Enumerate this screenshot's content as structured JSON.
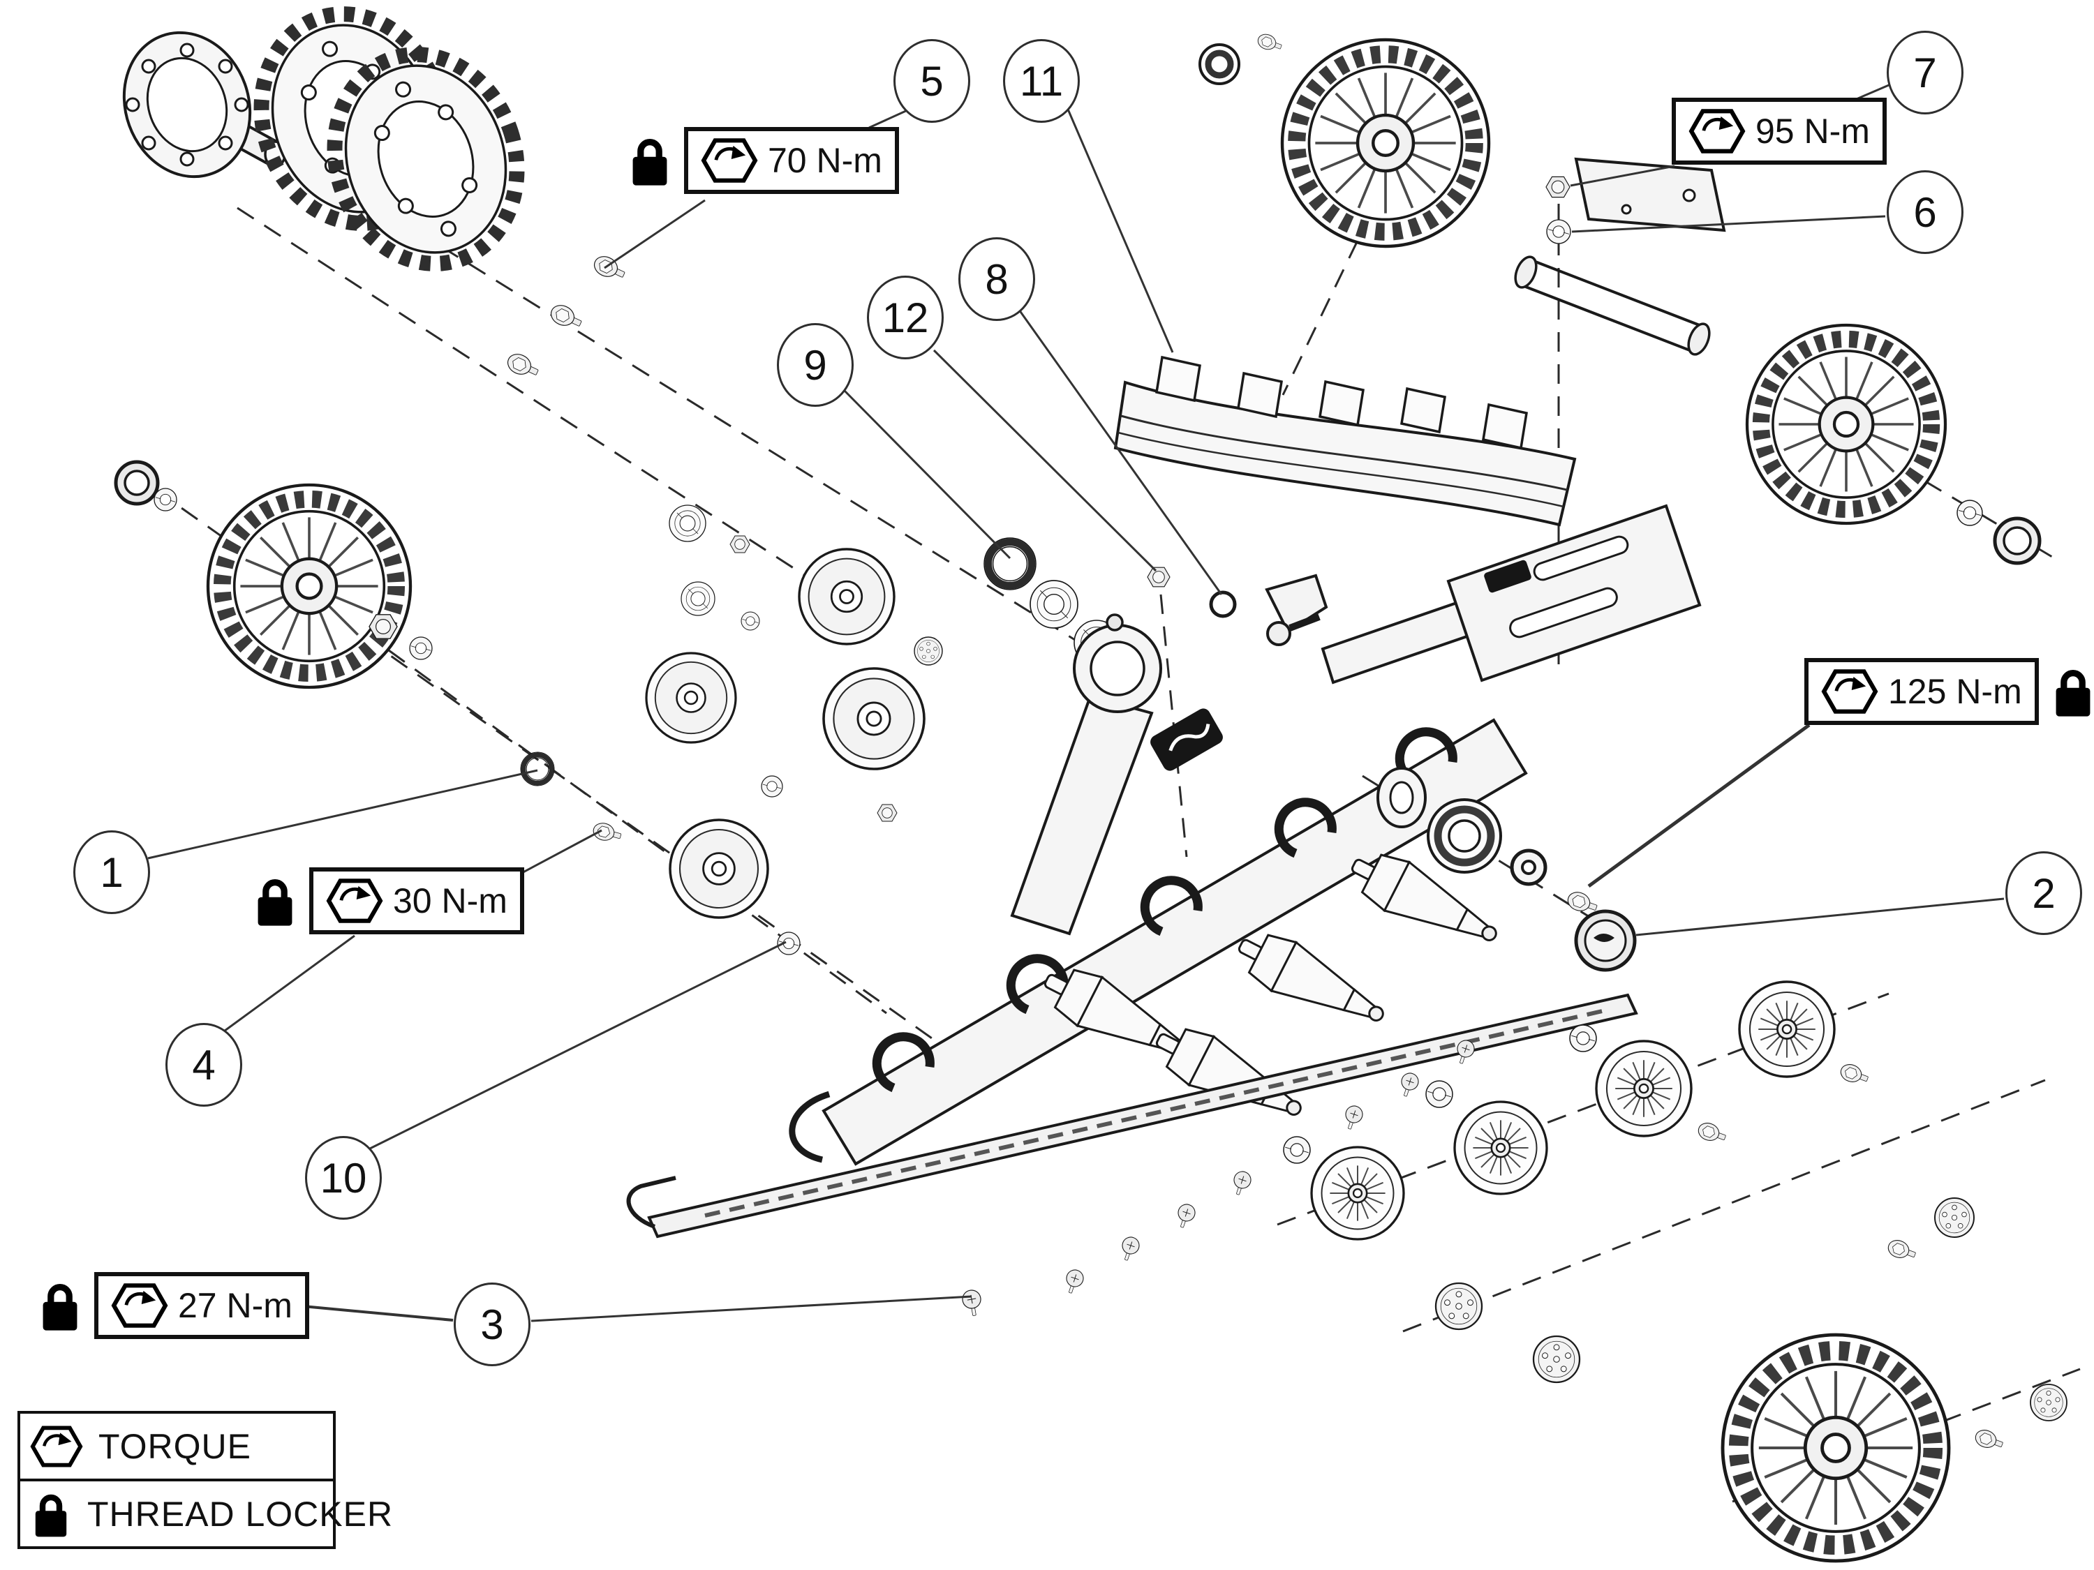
{
  "diagram": {
    "callouts": [
      {
        "num": "1"
      },
      {
        "num": "2"
      },
      {
        "num": "3"
      },
      {
        "num": "4"
      },
      {
        "num": "5"
      },
      {
        "num": "6"
      },
      {
        "num": "7"
      },
      {
        "num": "8"
      },
      {
        "num": "9"
      },
      {
        "num": "10"
      },
      {
        "num": "11"
      },
      {
        "num": "12"
      }
    ],
    "torque_labels": [
      {
        "value": "70 N-m",
        "thread_locker": true,
        "lock_side": "left"
      },
      {
        "value": "95 N-m",
        "thread_locker": false,
        "lock_side": "none"
      },
      {
        "value": "125 N-m",
        "thread_locker": true,
        "lock_side": "right"
      },
      {
        "value": "30 N-m",
        "thread_locker": true,
        "lock_side": "left"
      },
      {
        "value": "27 N-m",
        "thread_locker": true,
        "lock_side": "left"
      }
    ],
    "legend": {
      "torque_label": "TORQUE",
      "thread_locker_label": "THREAD LOCKER"
    },
    "icons": {
      "torque": "hexagon-arrow",
      "thread_locker": "padlock"
    },
    "colors": {
      "line": "#1a1a1a",
      "background": "#ffffff"
    }
  }
}
